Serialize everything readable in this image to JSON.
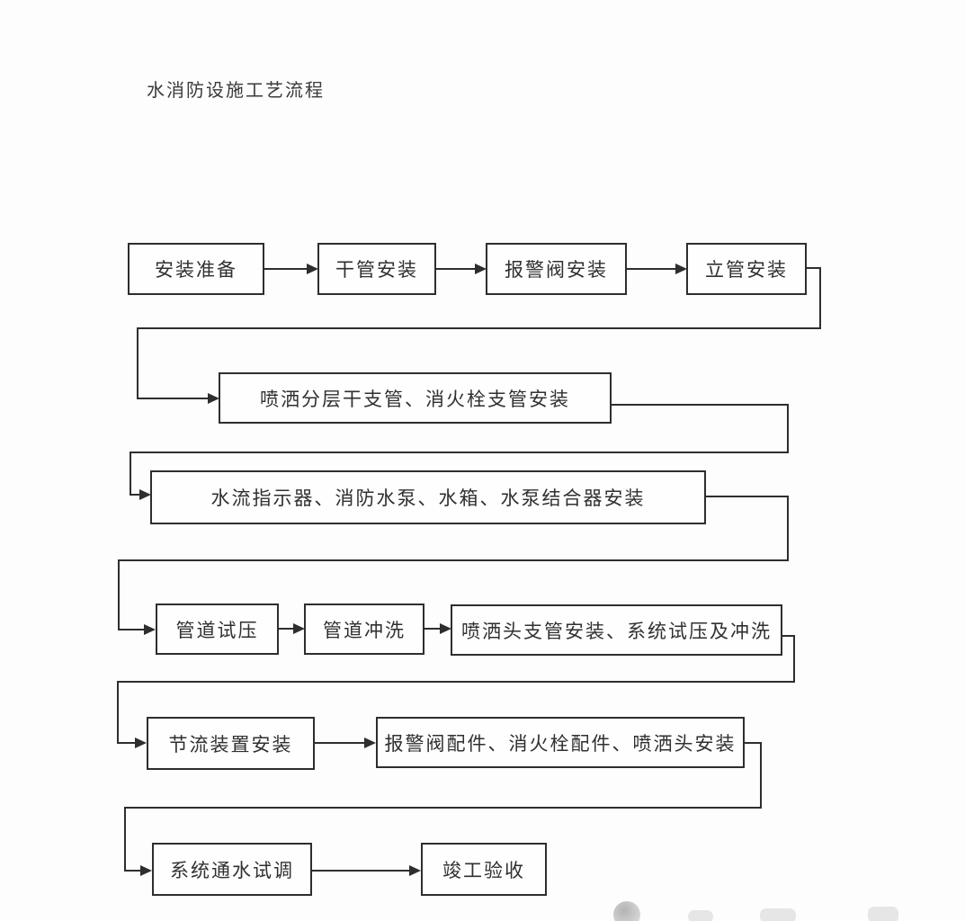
{
  "page": {
    "title": "水消防设施工艺流程"
  },
  "flowchart": {
    "nodes": [
      {
        "id": "install-prep",
        "label": "安装准备"
      },
      {
        "id": "main-pipe-install",
        "label": "干管安装"
      },
      {
        "id": "alarm-valve-install",
        "label": "报警阀安装"
      },
      {
        "id": "riser-install",
        "label": "立管安装"
      },
      {
        "id": "sprinkler-branch-pipes",
        "label": "喷洒分层干支管、消火栓支管安装"
      },
      {
        "id": "indicator-pump-tank-install",
        "label": "水流指示器、消防水泵、水箱、水泵结合器安装"
      },
      {
        "id": "pipe-pressure-test",
        "label": "管道试压"
      },
      {
        "id": "pipe-flushing",
        "label": "管道冲洗"
      },
      {
        "id": "sprinkler-head-branch",
        "label": "喷洒头支管安装、系统试压及冲洗"
      },
      {
        "id": "throttle-device-install",
        "label": "节流装置安装"
      },
      {
        "id": "fittings-install",
        "label": "报警阀配件、消火栓配件、喷洒头安装"
      },
      {
        "id": "system-water-test",
        "label": "系统通水试调"
      },
      {
        "id": "completion-acceptance",
        "label": "竣工验收"
      }
    ],
    "colors": {
      "line": "#2e2e2e",
      "text": "#303030",
      "background": "#fdfdfd"
    }
  }
}
